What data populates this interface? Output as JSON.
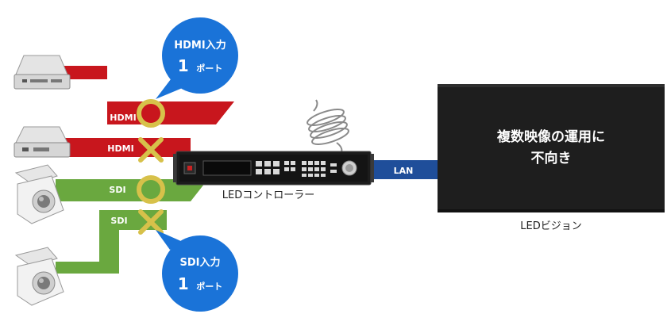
{
  "colors": {
    "hdmi": "#c8161d",
    "sdi": "#6aa83f",
    "lan": "#1f4e9a",
    "bubble": "#1a73d8",
    "mark": "#d7c14a",
    "screen": "#1e1e1e"
  },
  "cables": {
    "hdmi_top_label": "HDMI",
    "hdmi_second_label": "HDMI",
    "sdi_top_label": "SDI",
    "sdi_second_label": "SDI",
    "lan_label": "LAN"
  },
  "bubbles": {
    "hdmi_line1": "HDMI入力",
    "hdmi_line2_big": "1",
    "hdmi_line2_small": "ポート",
    "sdi_line1": "SDI入力",
    "sdi_line2_big": "1",
    "sdi_line2_small": "ポート"
  },
  "controller": {
    "label": "LEDコントローラー"
  },
  "screen": {
    "line1": "複数映像の運用に",
    "line2": "不向き",
    "label": "LEDビジョン"
  },
  "marks": {
    "hdmi_top": "circle",
    "hdmi_second": "cross",
    "sdi_top": "circle",
    "sdi_second": "cross"
  },
  "icons": [
    "hdmi-player-icon",
    "camera-icon",
    "led-controller-icon",
    "cable-coil-icon"
  ]
}
